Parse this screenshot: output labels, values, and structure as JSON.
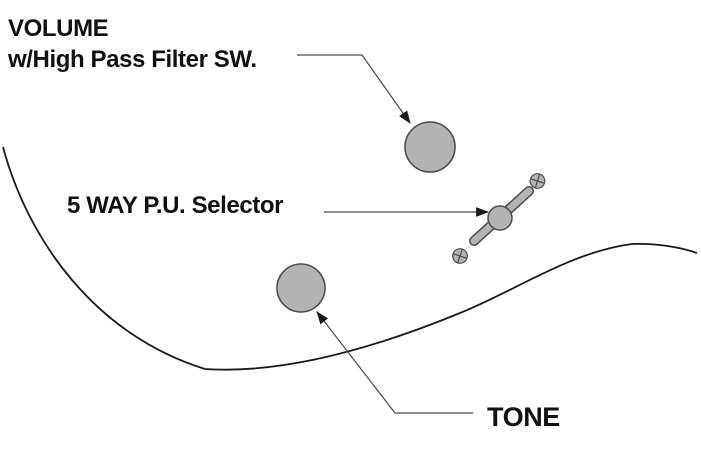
{
  "diagram": {
    "description": "guitar-controls-callout-diagram",
    "parts": [
      "volume-knob",
      "tone-knob",
      "five-way-pickup-selector-switch",
      "guitar-body-outline"
    ],
    "labels": {
      "volume": {
        "line1": "VOLUME",
        "line2": "w/High Pass Filter SW."
      },
      "selector": {
        "text": "5 WAY P.U. Selector"
      },
      "tone": {
        "text": "TONE"
      }
    },
    "colors": {
      "background": "#ffffff",
      "text": "#111111",
      "knob_fill": "#b3b3b3",
      "knob_stroke": "#4d4d4d",
      "leader_line": "#4a4a4a",
      "arrowhead": "#1a1a1a",
      "body_curve": "#1a1a1a"
    }
  }
}
